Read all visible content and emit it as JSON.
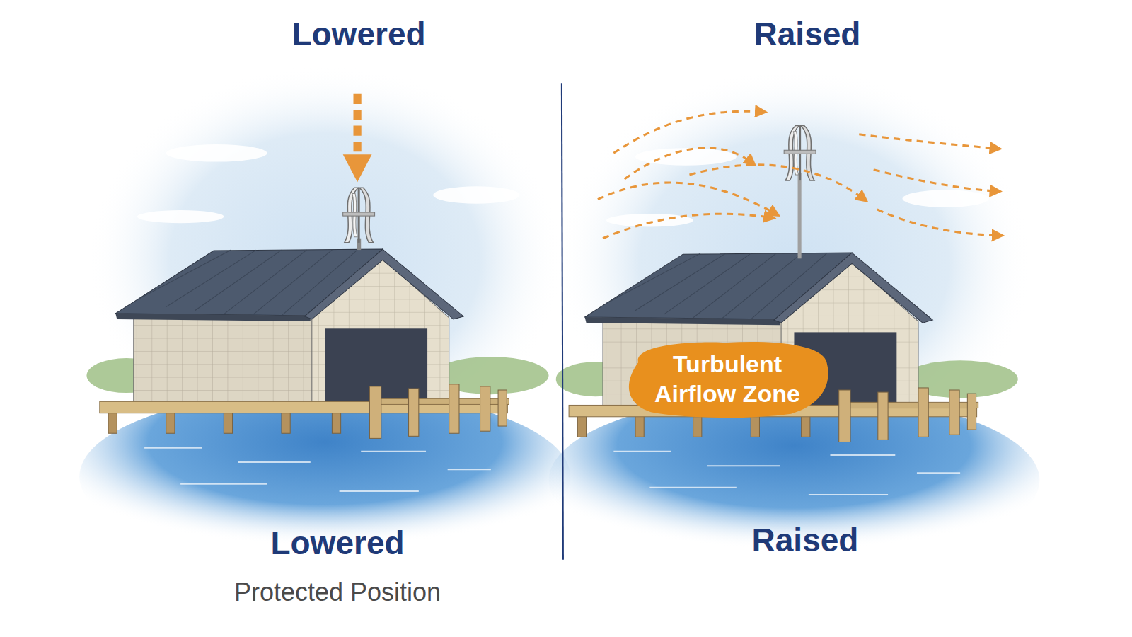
{
  "diagram": {
    "nodes": [
      {
        "text": [
          "Turbulent Airflow Zone"
        ]
      }
    ],
    "labels": [
      "Lowered",
      "Raised",
      "Lowered",
      "Protected Position",
      "Raised"
    ]
  }
}
